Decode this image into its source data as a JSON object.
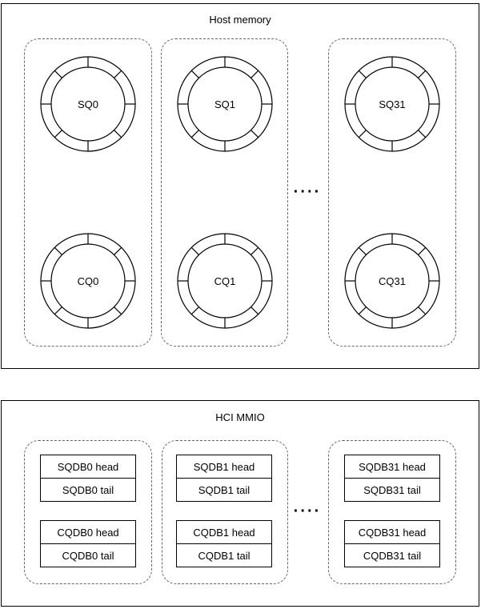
{
  "host_memory": {
    "title": "Host memory",
    "queues": [
      {
        "sq": "SQ0",
        "cq": "CQ0"
      },
      {
        "sq": "SQ1",
        "cq": "CQ1"
      },
      {
        "sq": "SQ31",
        "cq": "CQ31"
      }
    ],
    "continuation_dots": "····"
  },
  "hci_mmio": {
    "title": "HCI MMIO",
    "doorbells": [
      {
        "sq_head": "SQDB0 head",
        "sq_tail": "SQDB0 tail",
        "cq_head": "CQDB0 head",
        "cq_tail": "CQDB0 tail"
      },
      {
        "sq_head": "SQDB1 head",
        "sq_tail": "SQDB1 tail",
        "cq_head": "CQDB1 head",
        "cq_tail": "CQDB1 tail"
      },
      {
        "sq_head": "SQDB31 head",
        "sq_tail": "SQDB31 tail",
        "cq_head": "CQDB31 head",
        "cq_tail": "CQDB31 tail"
      }
    ],
    "continuation_dots": "····"
  },
  "colors": {
    "line": "#000000",
    "dashed_outline": "#666666",
    "background": "#ffffff"
  }
}
